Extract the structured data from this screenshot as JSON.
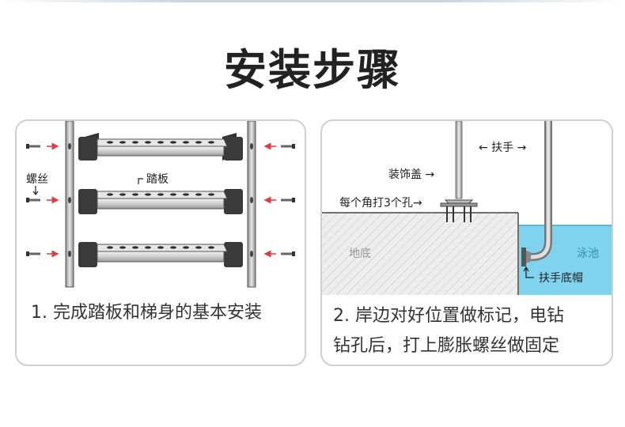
{
  "title": "安装步骤",
  "step1": {
    "caption": "1. 完成踏板和梯身的基本安装",
    "label_screw": "螺丝",
    "label_tread": "踏板"
  },
  "step2": {
    "caption_line1": "2. 岸边对好位置做标记，电钻",
    "caption_line2": "钻孔后，打上膨胀螺丝做固定",
    "label_handrail": "← 扶手 →",
    "label_cover": "装饰盖 →",
    "label_holes": "每个角打3个孔→",
    "label_ground": "地底",
    "label_pool": "泳池",
    "label_cap": "扶手底帽"
  },
  "colors": {
    "arrow": "#e03c3c",
    "pool": "#7fd3ee",
    "ground": "#eeeeee",
    "metal": "#bdbdbd",
    "dark": "#333333"
  }
}
